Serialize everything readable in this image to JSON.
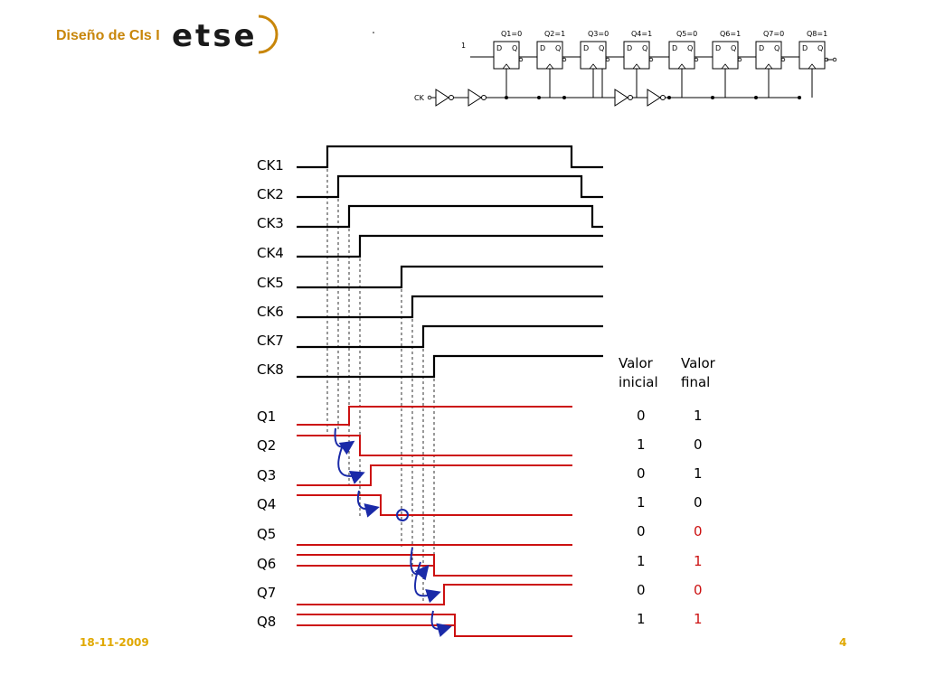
{
  "header": {
    "title": "Diseño de CIs I",
    "logo_text": "etse"
  },
  "footer": {
    "date": "18-11-2009",
    "page": "4"
  },
  "colors": {
    "accent": "#c8860a",
    "footer": "#e0a800",
    "clock": "#000000",
    "data": "#cc1111",
    "arrow": "#1a2aa8",
    "changed_value": "#cc1111"
  },
  "circuit": {
    "input_label": "1",
    "clock_label": "CK",
    "flipflops": [
      "Q1=0",
      "Q2=1",
      "Q3=0",
      "Q4=1",
      "Q5=0",
      "Q6=1",
      "Q7=0",
      "Q8=1"
    ]
  },
  "timing": {
    "clock_labels": [
      "CK1",
      "CK2",
      "CK3",
      "CK4",
      "CK5",
      "CK6",
      "CK7",
      "CK8"
    ],
    "q_labels": [
      "Q1",
      "Q2",
      "Q3",
      "Q4",
      "Q5",
      "Q6",
      "Q7",
      "Q8"
    ]
  },
  "table": {
    "header_initial": "Valor\ninicial",
    "header_initial_l1": "Valor",
    "header_initial_l2": "inicial",
    "header_final_l1": "Valor",
    "header_final_l2": "final",
    "rows": [
      {
        "initial": "0",
        "final": "1",
        "changed": false
      },
      {
        "initial": "1",
        "final": "0",
        "changed": false
      },
      {
        "initial": "0",
        "final": "1",
        "changed": false
      },
      {
        "initial": "1",
        "final": "0",
        "changed": false
      },
      {
        "initial": "0",
        "final": "0",
        "changed": true
      },
      {
        "initial": "1",
        "final": "1",
        "changed": true
      },
      {
        "initial": "0",
        "final": "0",
        "changed": true
      },
      {
        "initial": "1",
        "final": "1",
        "changed": true
      }
    ]
  }
}
